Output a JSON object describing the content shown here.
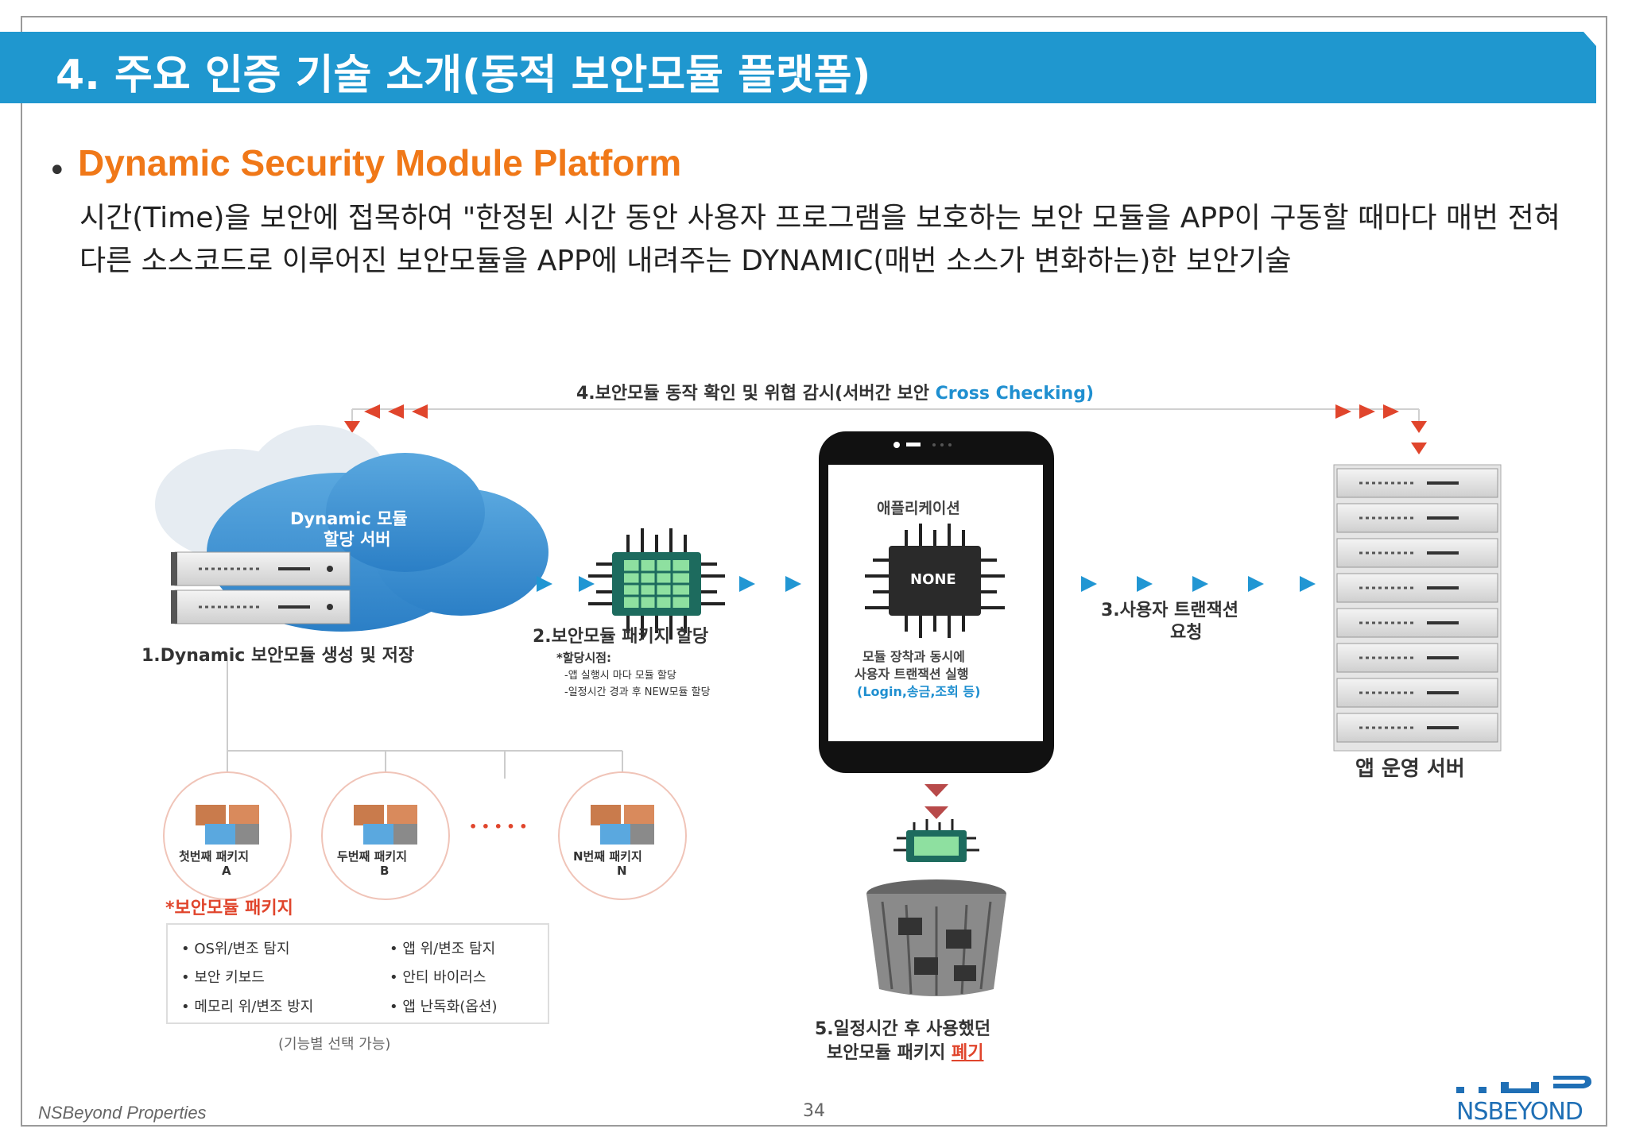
{
  "header": {
    "title": "4. 주요 인증 기술 소개(동적 보안모듈 플랫폼)"
  },
  "section": {
    "heading": "Dynamic Security Module Platform",
    "body": "시간(Time)을 보안에 접목하여 \"한정된 시간 동안 사용자 프로그램을 보호하는 보안 모듈을 APP이 구동할 때마다 매번 전혀 다른 소스코드로 이루어진 보안모듈을 APP에 내려주는 DYNAMIC(매번 소스가 변화하는)한 보안기술"
  },
  "diagram": {
    "top_label": "4.보안모듈 동작 확인 및 위협 감시(서버간 보안 ",
    "top_label_highlight": "Cross Checking)",
    "cloud_label_1": "Dynamic 모듈",
    "cloud_label_2": "할당 서버",
    "step1": "1.Dynamic 보안모듈 생성 및 저장",
    "step2": "2.보안모듈 패키지 할당",
    "step2_note_title": "*할당시점:",
    "step2_note_1": "-앱 실행시 마다 모듈 할당",
    "step2_note_2": "-일정시간 경과 후 NEW모듈 할당",
    "phone_title": "애플리케이션",
    "chip_label": "NONE",
    "phone_text_1": "모듈 장착과 동시에",
    "phone_text_2": "사용자 트랜잭션 실행",
    "phone_text_3": "(Login,송금,조회 등)",
    "step3_1": "3.사용자 트랜잭션",
    "step3_2": "요청",
    "server_label": "앱 운영 서버",
    "packages": [
      {
        "name": "첫번째 패키지",
        "letter": "A"
      },
      {
        "name": "두번째 패키지",
        "letter": "B"
      },
      {
        "name": "N번째 패키지",
        "letter": "N"
      }
    ],
    "dots": "• • • • •",
    "package_title": "*보안모듈 패키지",
    "features_left": [
      "• OS위/변조 탐지",
      "• 보안 키보드",
      "• 메모리 위/변조 방지"
    ],
    "features_right": [
      "• 앱 위/변조 탐지",
      "• 안티 바이러스",
      "• 앱 난독화(옵션)"
    ],
    "features_note": "(기능별 선택 가능)",
    "step5_1": "5.일정시간 후 사용했던",
    "step5_2": "보안모듈 패키지 ",
    "step5_highlight": "폐기"
  },
  "footer": {
    "left": "NSBeyond Properties",
    "page": "34",
    "logo_text": "NSBEYOND"
  },
  "colors": {
    "title_bar": "#1f97cf",
    "subtitle": "#f07818",
    "arrow_blue": "#2196d3",
    "arrow_red": "#e0452c",
    "highlight_blue": "#1f8fd0"
  }
}
